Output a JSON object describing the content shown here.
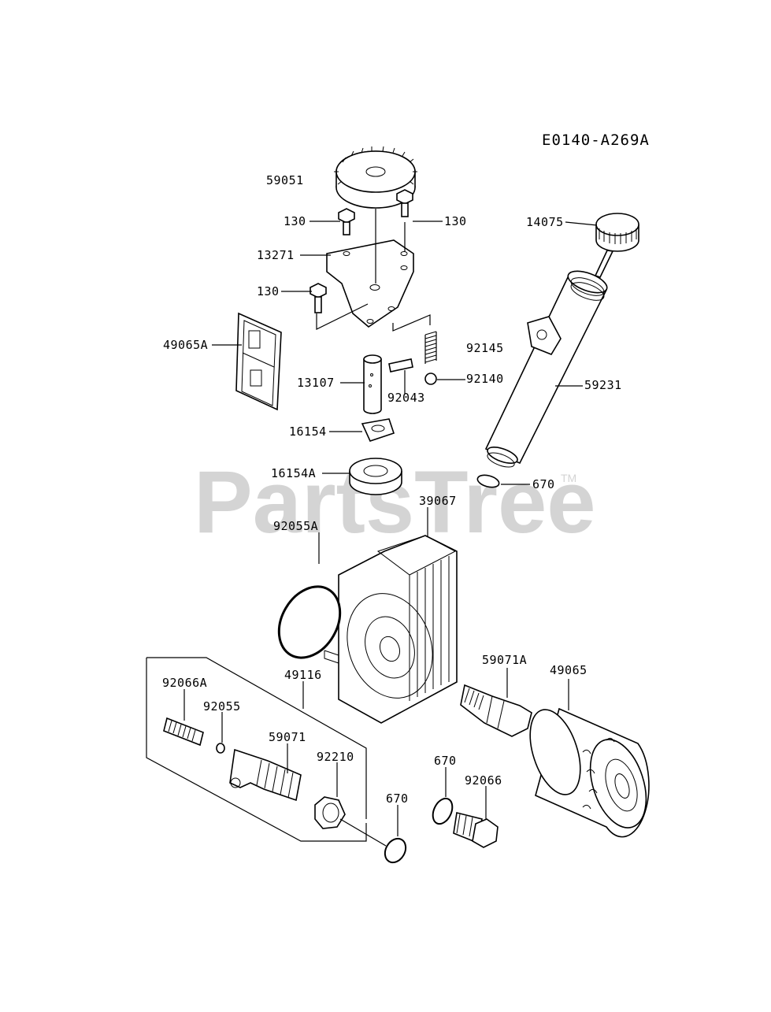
{
  "diagram_code": "E0140-A269A",
  "watermark": {
    "text": "PartsTree",
    "trademark": "TM"
  },
  "part_labels": {
    "p59051": "59051",
    "p130_left_top": "130",
    "p130_right_top": "130",
    "p14075": "14075",
    "p13271": "13271",
    "p130_mid": "130",
    "p49065A": "49065A",
    "p92145": "92145",
    "p13107": "13107",
    "p92140": "92140",
    "p59231": "59231",
    "p92043": "92043",
    "p16154": "16154",
    "p16154A": "16154A",
    "p670_tube": "670",
    "p39067": "39067",
    "p92055A": "92055A",
    "p59071A": "59071A",
    "p49065": "49065",
    "p92066A": "92066A",
    "p49116": "49116",
    "p92055": "92055",
    "p59071": "59071",
    "p92210": "92210",
    "p670_mid": "670",
    "p92066": "92066",
    "p670_bottom": "670"
  }
}
